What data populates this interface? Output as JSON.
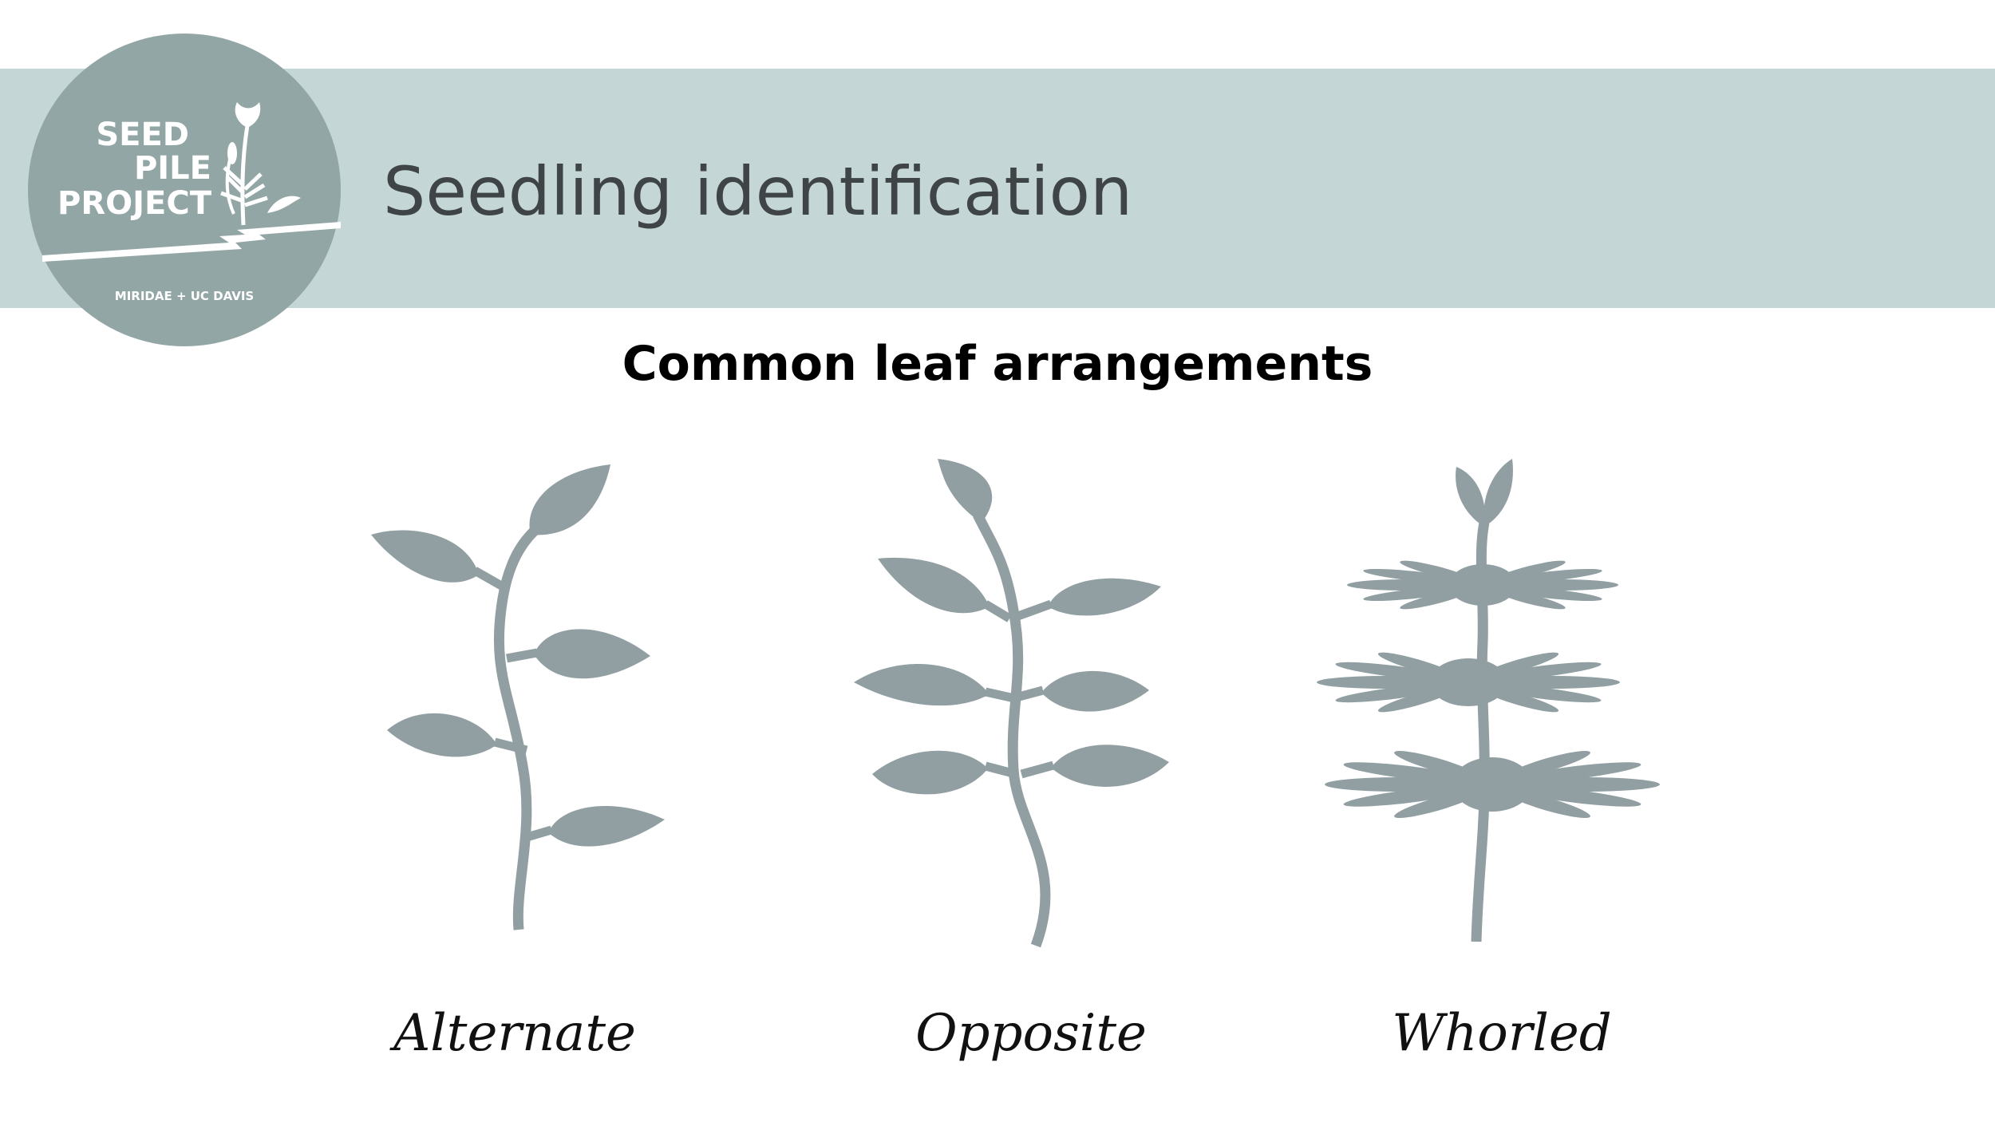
{
  "header": {
    "title": "Seedling identification",
    "band_color": "#c4d6d5"
  },
  "logo": {
    "line1": "SEED",
    "line2": "PILE",
    "line3": "PROJECT",
    "tagline": "MIRIDAE + UC DAVIS",
    "icon": "plant-logo-icon",
    "color": "#93a6a6"
  },
  "main": {
    "heading": "Common leaf arrangements",
    "arrangements": [
      {
        "label": "Alternate",
        "icon": "alternate-leaf-icon"
      },
      {
        "label": "Opposite",
        "icon": "opposite-leaf-icon"
      },
      {
        "label": "Whorled",
        "icon": "whorled-leaf-icon"
      }
    ],
    "illustration_color": "#919fa3"
  }
}
